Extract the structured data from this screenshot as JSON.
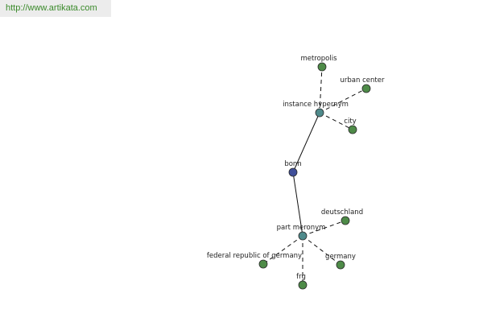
{
  "header": {
    "url": "http://www.artikata.com"
  },
  "colors": {
    "center": "#3f4f99",
    "relation": "#4f8a8b",
    "term": "#4e8b48",
    "url_text": "#3a8a2a"
  },
  "graph": {
    "nodes": [
      {
        "id": "bonn",
        "label": "bonn",
        "kind": "center"
      },
      {
        "id": "instance-hypernym",
        "label": "instance hypernym",
        "kind": "relation"
      },
      {
        "id": "part-meronym",
        "label": "part meronym",
        "kind": "relation"
      },
      {
        "id": "metropolis",
        "label": "metropolis",
        "kind": "term"
      },
      {
        "id": "urban-center",
        "label": "urban center",
        "kind": "term"
      },
      {
        "id": "city",
        "label": "city",
        "kind": "term"
      },
      {
        "id": "deutschland",
        "label": "deutschland",
        "kind": "term"
      },
      {
        "id": "federal-republic-of-germany",
        "label": "federal republic of germany",
        "kind": "term"
      },
      {
        "id": "germany",
        "label": "germany",
        "kind": "term"
      },
      {
        "id": "frg",
        "label": "frg",
        "kind": "term"
      }
    ],
    "edges": [
      {
        "from": "bonn",
        "to": "instance-hypernym",
        "style": "solid"
      },
      {
        "from": "bonn",
        "to": "part-meronym",
        "style": "solid"
      },
      {
        "from": "instance-hypernym",
        "to": "metropolis",
        "style": "dashed"
      },
      {
        "from": "instance-hypernym",
        "to": "urban-center",
        "style": "dashed"
      },
      {
        "from": "instance-hypernym",
        "to": "city",
        "style": "dashed"
      },
      {
        "from": "part-meronym",
        "to": "deutschland",
        "style": "dashed"
      },
      {
        "from": "part-meronym",
        "to": "federal-republic-of-germany",
        "style": "dashed"
      },
      {
        "from": "part-meronym",
        "to": "germany",
        "style": "dashed"
      },
      {
        "from": "part-meronym",
        "to": "frg",
        "style": "dashed"
      }
    ]
  }
}
